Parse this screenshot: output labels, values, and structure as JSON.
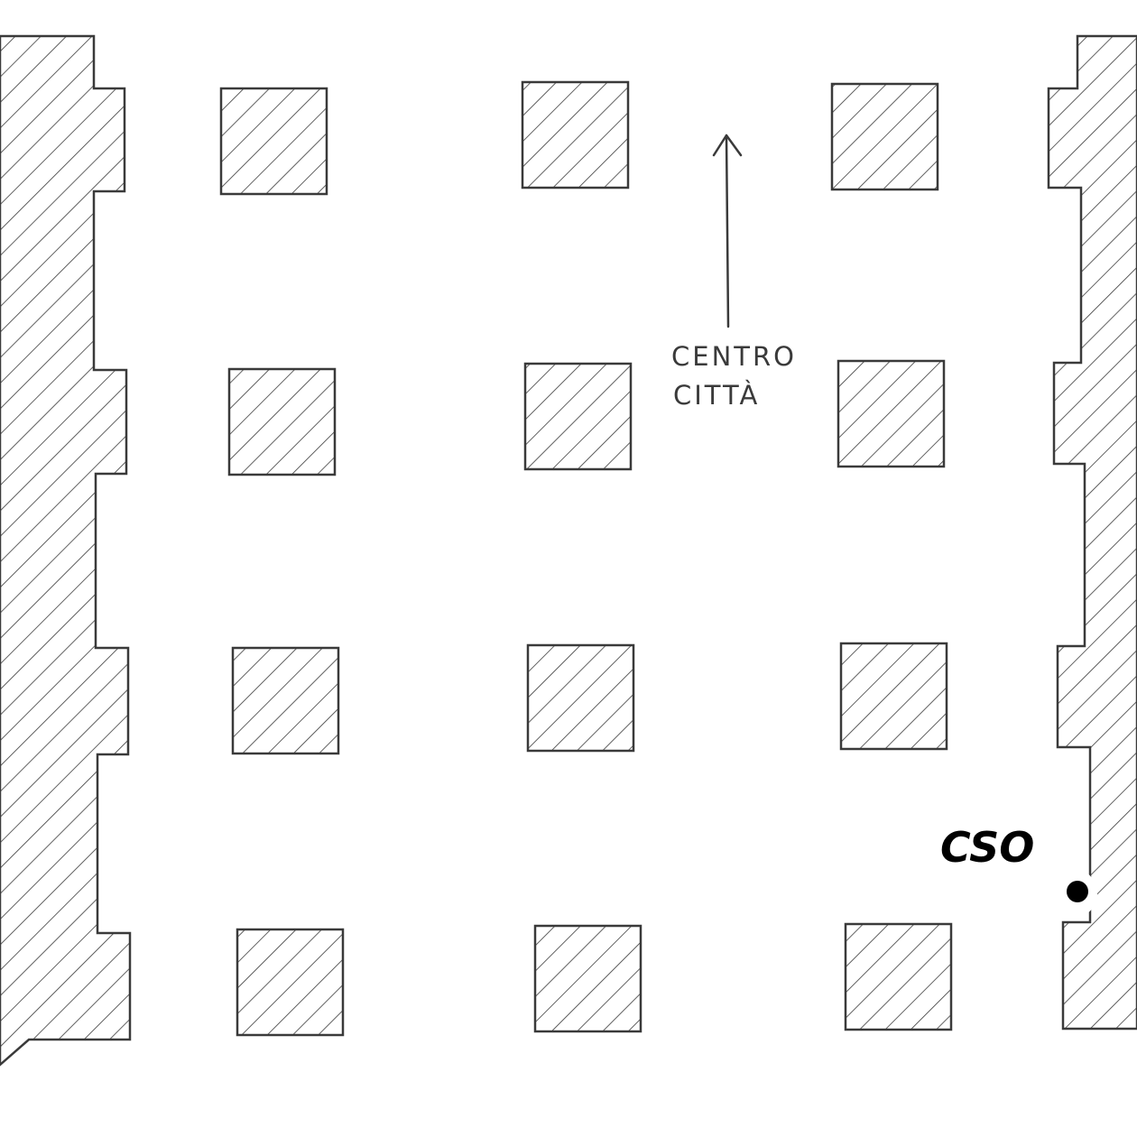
{
  "map": {
    "direction_label": {
      "line1": "CENTRO",
      "line2": "CITTÀ"
    },
    "marker": {
      "label": "CSO",
      "color": "#000000"
    },
    "ink_color": "#3a3a3a",
    "background_color": "#ffffff"
  }
}
